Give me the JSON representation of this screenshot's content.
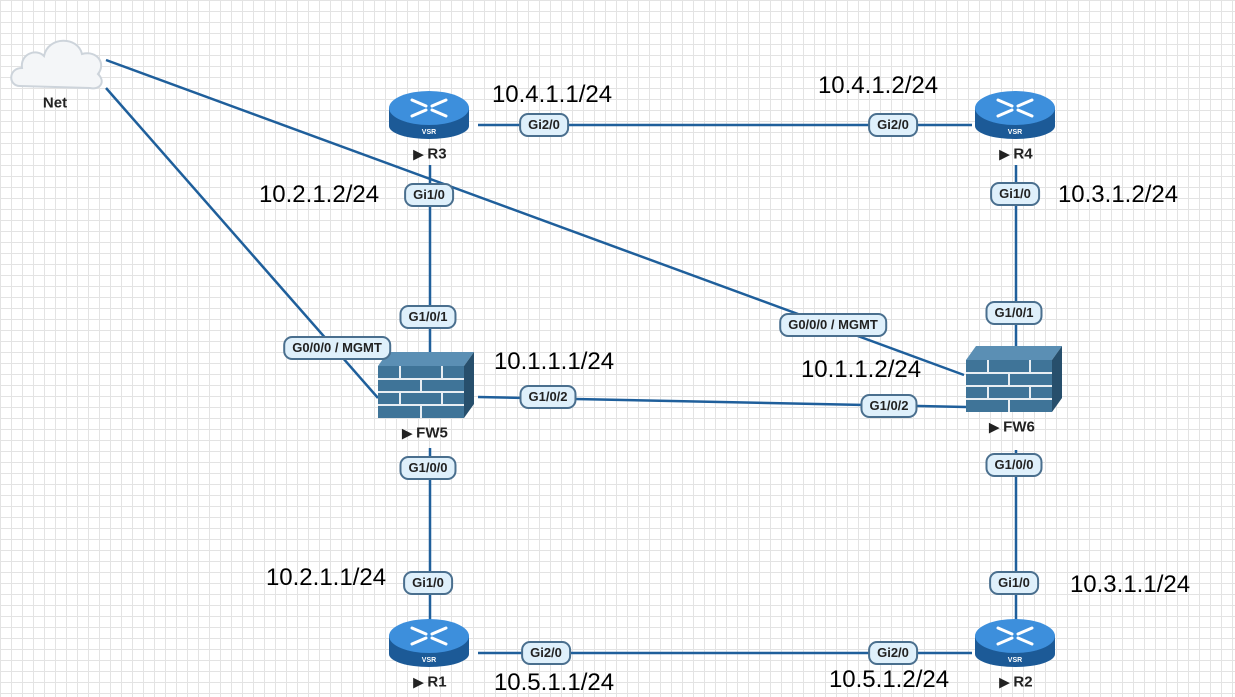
{
  "nodes": {
    "net": {
      "name": "Net"
    },
    "r1": {
      "name": "R1",
      "badge": "VSR"
    },
    "r2": {
      "name": "R2",
      "badge": "VSR"
    },
    "r3": {
      "name": "R3",
      "badge": "VSR"
    },
    "r4": {
      "name": "R4",
      "badge": "VSR"
    },
    "fw5": {
      "name": "FW5"
    },
    "fw6": {
      "name": "FW6"
    }
  },
  "interfaces": {
    "r3_gi2": "Gi2/0",
    "r4_gi2": "Gi2/0",
    "r3_gi1": "Gi1/0",
    "r4_gi1": "Gi1/0",
    "fw5_g101": "G1/0/1",
    "fw6_g101": "G1/0/1",
    "fw5_mgmt": "G0/0/0 / MGMT",
    "fw6_mgmt": "G0/0/0 / MGMT",
    "fw5_g102": "G1/0/2",
    "fw6_g102": "G1/0/2",
    "fw5_g100": "G1/0/0",
    "fw6_g100": "G1/0/0",
    "r1_gi1": "Gi1/0",
    "r2_gi1": "Gi1/0",
    "r1_gi2": "Gi2/0",
    "r2_gi2": "Gi2/0"
  },
  "ips": {
    "r3_r4_left": "10.4.1.1/24",
    "r3_r4_right": "10.4.1.2/24",
    "r3_fw5": "10.2.1.2/24",
    "r4_fw6": "10.3.1.2/24",
    "fw5_fw6_left": "10.1.1.1/24",
    "fw5_fw6_right": "10.1.1.2/24",
    "r1_fw5": "10.2.1.1/24",
    "r2_fw6": "10.3.1.1/24",
    "r1_r2_left": "10.5.1.1/24",
    "r1_r2_right": "10.5.1.2/24"
  },
  "colors": {
    "link": "#1f5f9b",
    "router_fill": "#3d8fdc",
    "firewall_fill": "#3f7498",
    "label_fill": "#dff0fb"
  }
}
